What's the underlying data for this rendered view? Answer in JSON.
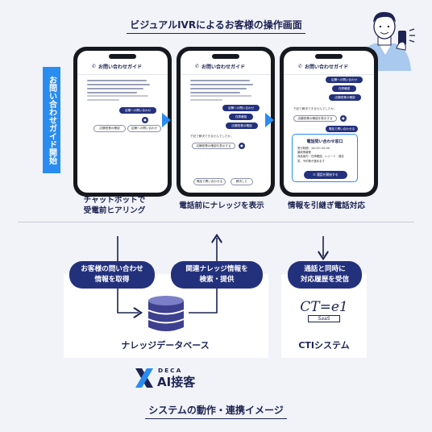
{
  "header": {
    "title": "ビジュアルIVRによるお客様の操作画面"
  },
  "footer": {
    "title": "システムの動作・連携イメージ"
  },
  "side_banner": {
    "label": "お問い合わせガイド開始"
  },
  "phones": [
    {
      "header": "お問い合わせガイド",
      "chips": [
        "店舗への問い合わせ"
      ],
      "options": [
        "店舗営業の確認",
        "店舗への問い合わせ"
      ]
    },
    {
      "header": "お問い合わせガイド",
      "chips": [
        "店舗への問い合わせ",
        "在庫確認",
        "店舗営業の確認"
      ],
      "question": "下記で解決できませんでしたか。",
      "answer": "店舗営業の確認を表示する",
      "buttons": [
        "電話で問い合わせる",
        "解決した"
      ]
    },
    {
      "header": "お問い合わせガイド",
      "chips": [
        "店舗への問い合わせ",
        "在庫確認",
        "店舗営業の確認"
      ],
      "question": "下記で解決できませんでしたか。",
      "answer": "店舗営業の確認を表示する",
      "selected": "電話で問い合わせる",
      "card": {
        "title": "電話問い合わせ窓口",
        "lines": [
          "受付時間：10:00〜20:00",
          "最新情報等",
          "商品案内・在庫確認、レシート・領収",
          "書、予約等が進めます"
        ],
        "button": "通話を開始する"
      }
    }
  ],
  "captions": {
    "step1": [
      "チャットボットで",
      "受電前ヒアリング"
    ],
    "step2": [
      "電話前にナレッジを表示"
    ],
    "step3": [
      "情報を引継ぎ電話対応"
    ]
  },
  "lower": {
    "tag_left": [
      "お客様の問い合わせ",
      "情報を取得"
    ],
    "tag_mid": [
      "関連ナレッジ情報を",
      "検索・提供"
    ],
    "tag_right": [
      "通話と同時に",
      "対応履歴を受信"
    ],
    "db_label": "ナレッジデータベース",
    "cti_label": "CTIシステム",
    "cti_logo_text": "CT=e1",
    "cti_logo_sub": "SaaS"
  },
  "logo": {
    "top": "DECA",
    "main": "AI接客"
  },
  "colors": {
    "navy": "#23317d",
    "accent_blue": "#2a8cf0",
    "db_purple": "#3d3f8f"
  }
}
